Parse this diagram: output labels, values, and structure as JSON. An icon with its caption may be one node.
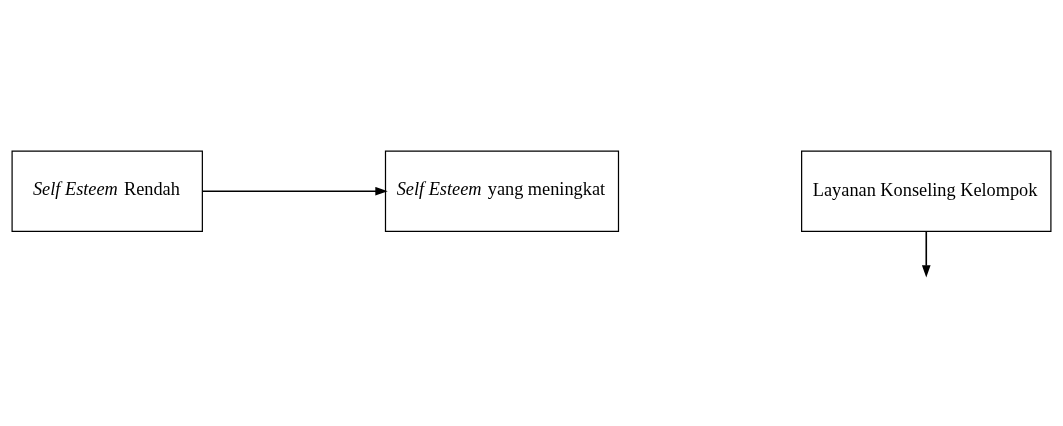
{
  "diagram": {
    "nodes": [
      {
        "text": [
          "*Self Esteem* Rendah"
        ]
      },
      {
        "text": [
          "*Self Esteem* yang meningkat"
        ]
      },
      {
        "text": [
          "Layanan Konseling Kelompok"
        ]
      }
    ],
    "edges": [
      {
        "from": 0,
        "to": 1,
        "arrow": "to"
      },
      {
        "from": 2,
        "to": null,
        "arrow": "to"
      }
    ]
  }
}
